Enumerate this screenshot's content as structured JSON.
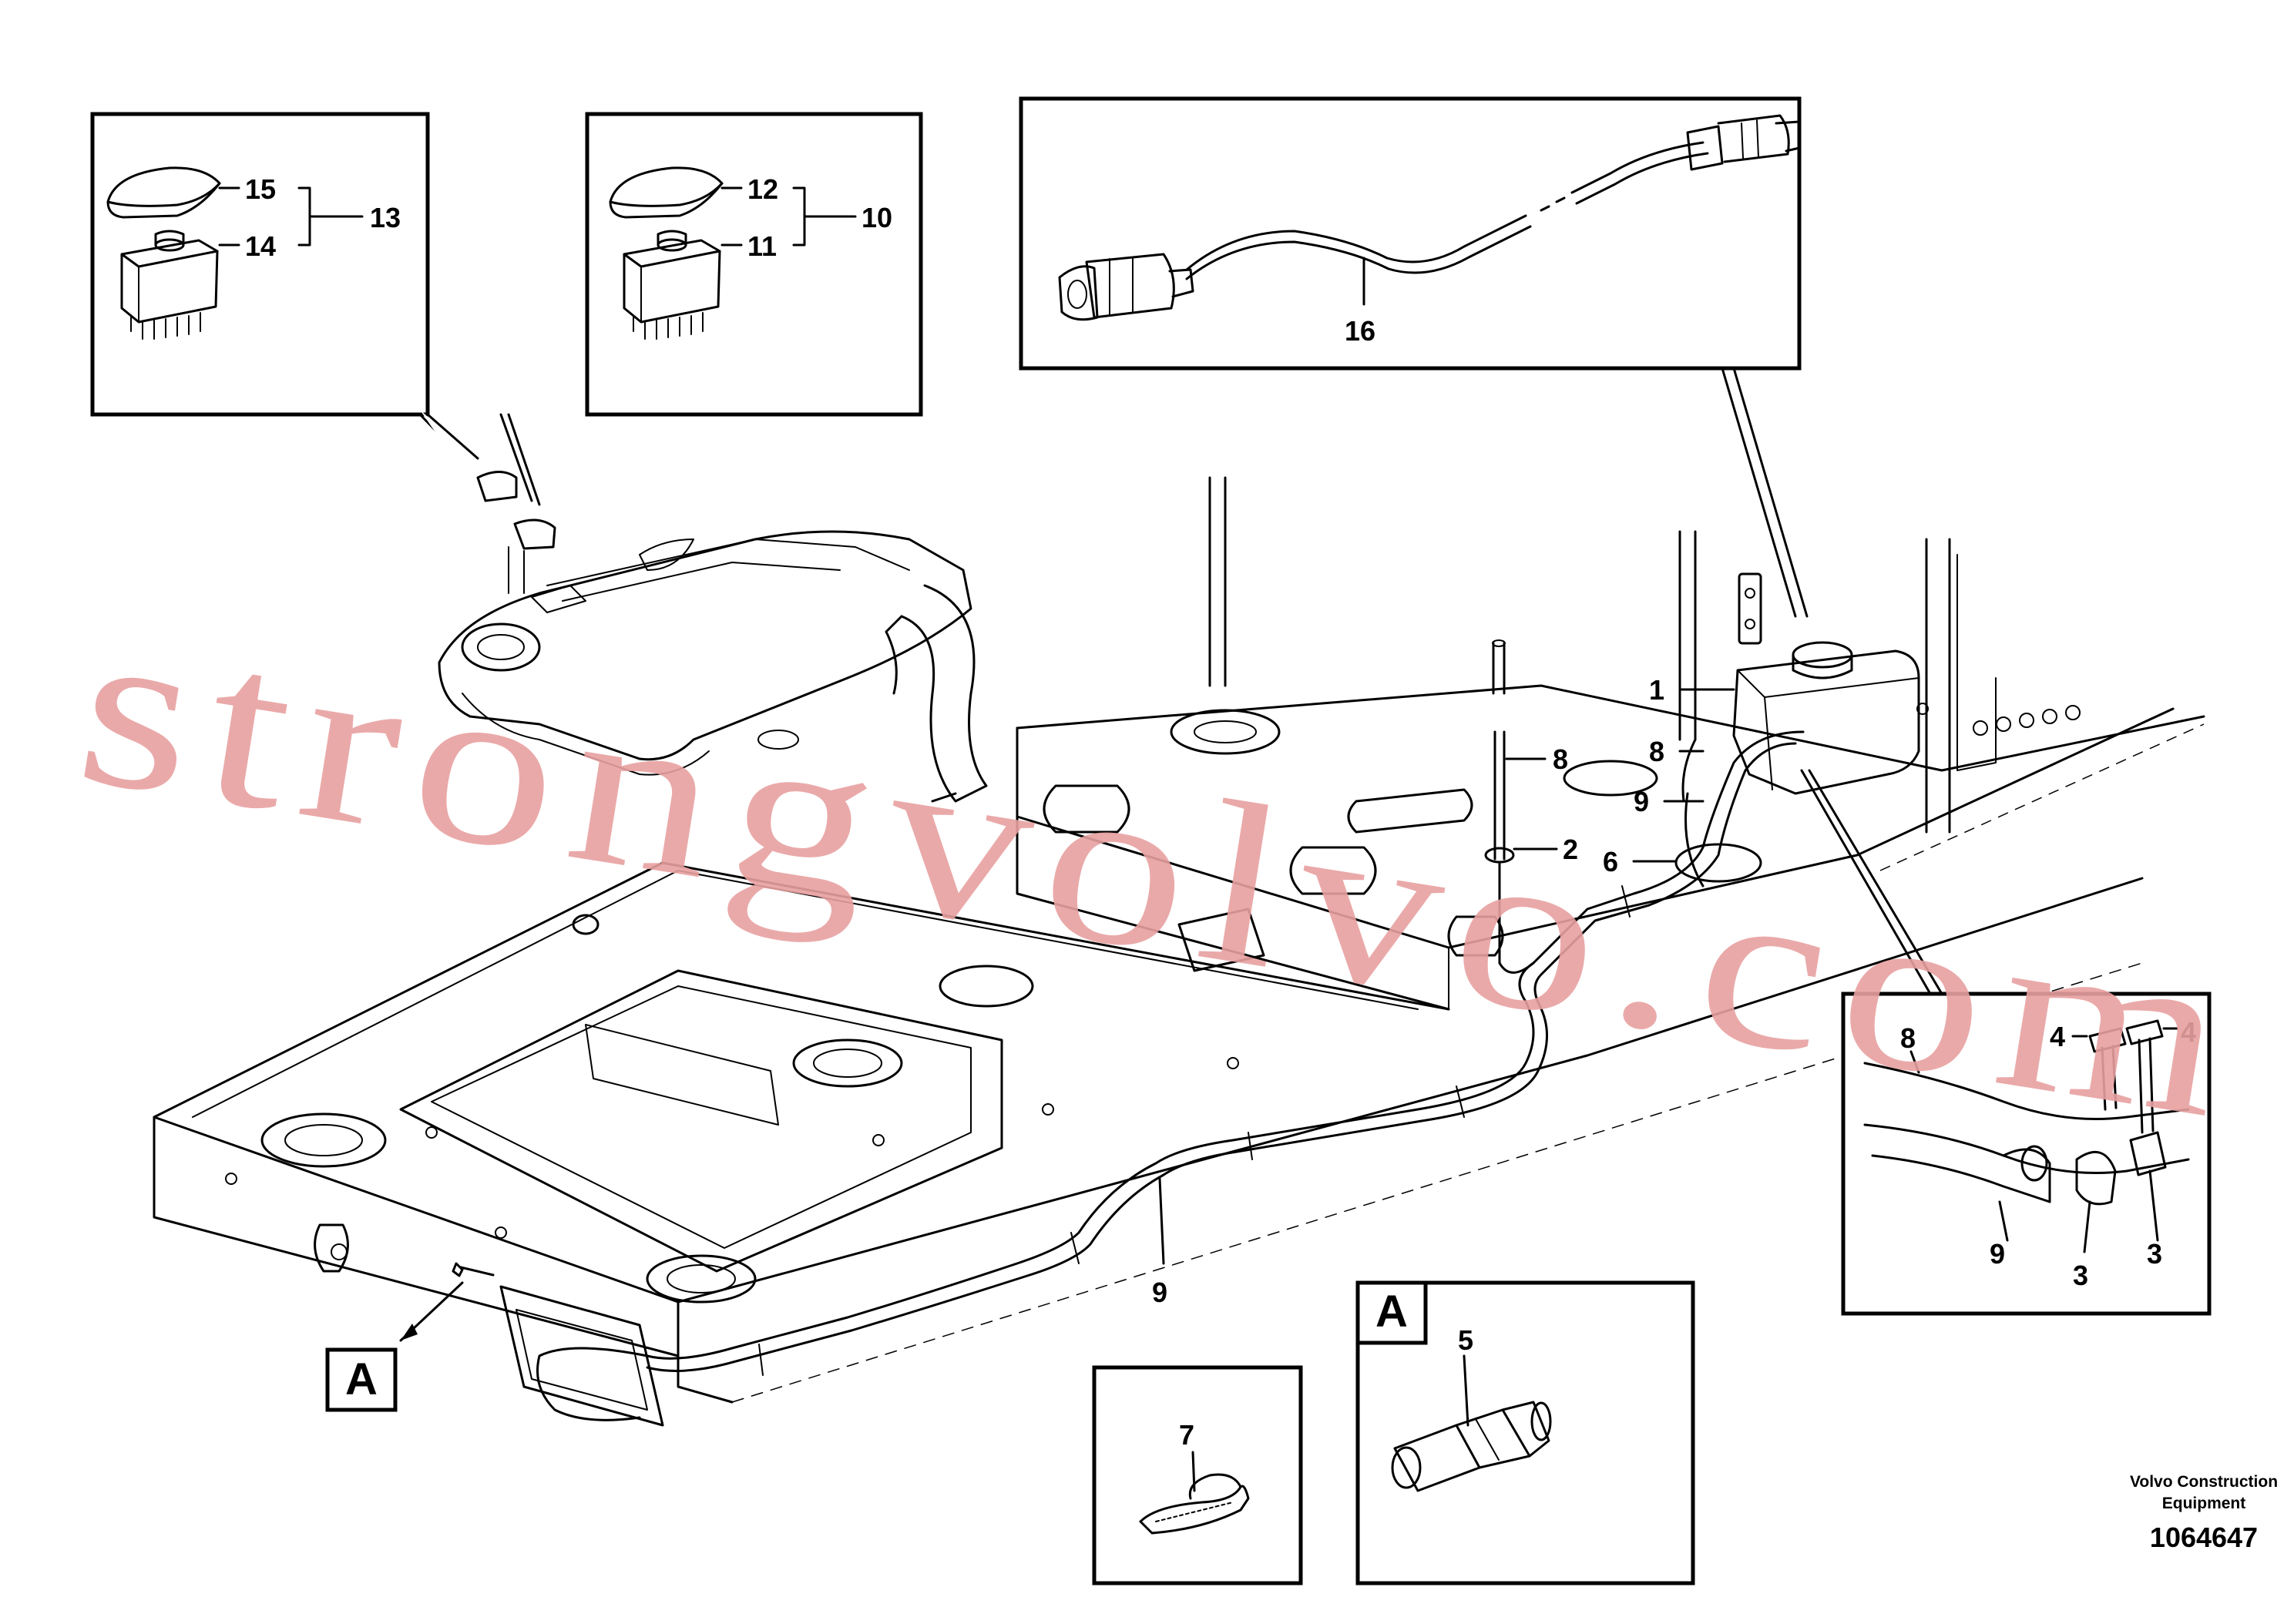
{
  "callouts": {
    "c15": "15",
    "c14": "14",
    "c13": "13",
    "c12": "12",
    "c11": "11",
    "c10": "10",
    "c16": "16",
    "c1": "1",
    "c8a": "8",
    "c9a": "9",
    "c8b": "8",
    "c2": "2",
    "c6": "6",
    "c8c": "8",
    "c4a": "4",
    "c4b": "4",
    "c9c": "9",
    "c3a": "3",
    "c3b": "3",
    "c9b": "9",
    "c7": "7",
    "c5": "5"
  },
  "view_labels": {
    "a_main": "A",
    "a_detail": "A"
  },
  "footer": {
    "maker_line1": "Volvo Construction",
    "maker_line2": "Equipment",
    "drawing_number": "1064647"
  },
  "watermark": "strongvolvo.com",
  "colors": {
    "line": "#000000",
    "watermark": "#e8a0a0"
  }
}
